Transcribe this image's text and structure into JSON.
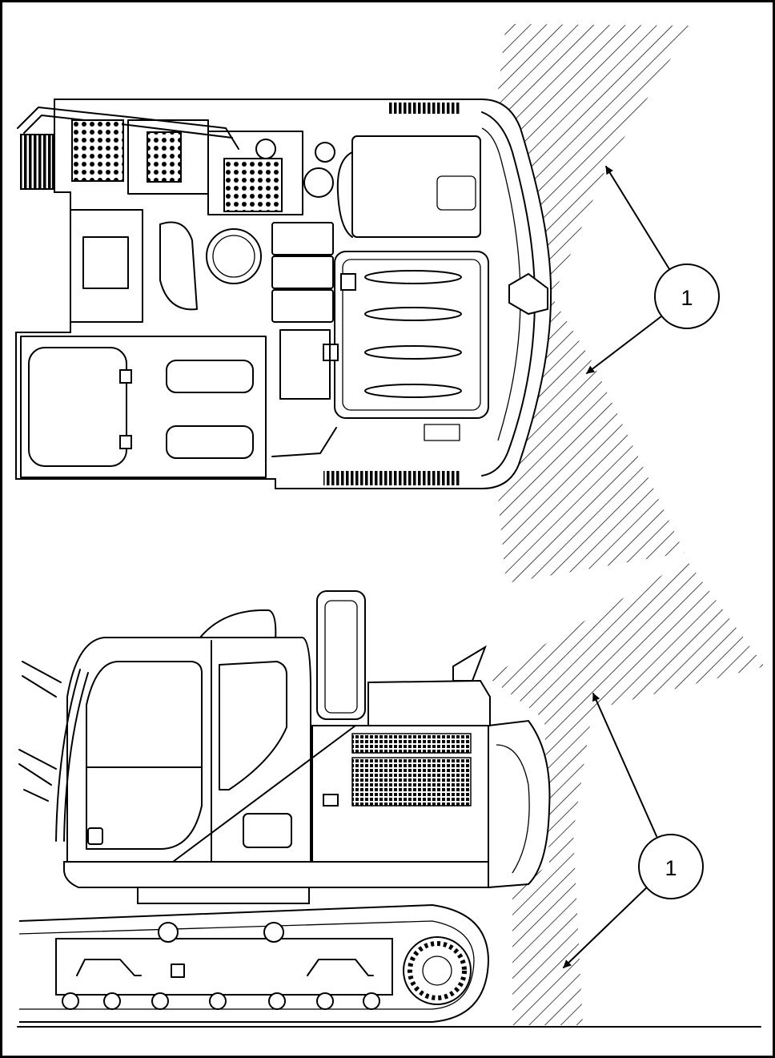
{
  "figure": {
    "views": [
      "top-view",
      "side-view"
    ],
    "callouts": [
      {
        "label": "1",
        "view": "top-view"
      },
      {
        "label": "1",
        "view": "side-view"
      }
    ]
  }
}
